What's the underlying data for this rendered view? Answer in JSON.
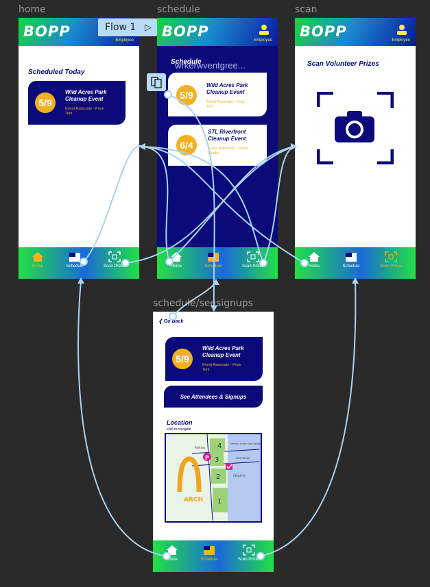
{
  "frames": {
    "home": {
      "label": "home",
      "title": "Scheduled Today",
      "card": {
        "date": "5/9",
        "title": "Wild Acres Park Cleanup Event",
        "role": "Event Associate - Prize Tent"
      }
    },
    "schedule": {
      "label": "schedule",
      "heading": "Schedule",
      "overlay_text": "wrkerwventgree...",
      "events": [
        {
          "date": "5/9",
          "title": "Wild Acres Park Cleanup Event",
          "role": "Event Associate - Prize Tent"
        },
        {
          "date": "6/4",
          "title": "STL Riverfront Cleanup Event",
          "role": "Event Associate - Group Leader"
        }
      ]
    },
    "scan": {
      "label": "scan",
      "title": "Scan Volunteer Prizes"
    },
    "signups": {
      "label": "schedule/seesignups",
      "back": "Go Back",
      "card": {
        "date": "5/9",
        "title": "Wild Acres Park Cleanup Event",
        "role": "Event Associate - Prize Tent"
      },
      "attendees_button": "See Attendees & Signups",
      "location_title": "Location",
      "location_hint": "click to navigate",
      "map": {
        "parking": "Parking",
        "checkin": "Check-In",
        "arch": "ARCH",
        "lots": [
          "4",
          "3",
          "2",
          "1"
        ],
        "street1": "Martin Luther King Bridge",
        "street2": "Eads Bridge"
      }
    }
  },
  "common": {
    "logo": "BOPP",
    "employee": "Employee",
    "nav": {
      "home": "Home",
      "schedule": "Schedule",
      "scan": "Scan Prizes"
    }
  },
  "flow": {
    "label": "Flow 1"
  },
  "colors": {
    "navy": "#0a0a7a",
    "accent": "#f3b120",
    "wire": "#a9d3f5",
    "canvas": "#2a2a2a"
  }
}
